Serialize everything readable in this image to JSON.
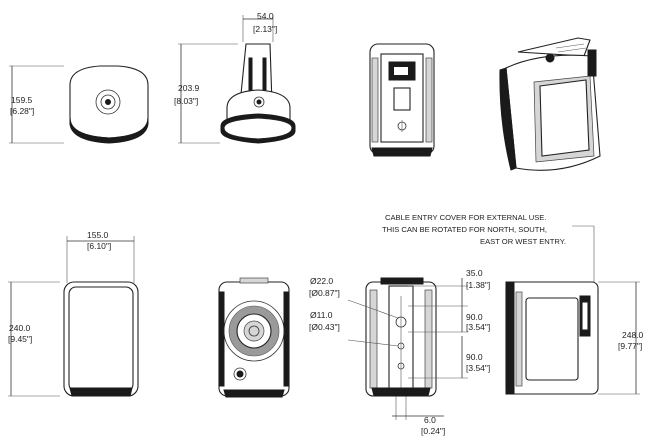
{
  "dimensions": {
    "front_height": {
      "mm": "159.5",
      "inch": "[6.28\"]"
    },
    "bracket_width": {
      "mm": "54.0",
      "inch": "[2.13\"]"
    },
    "side_height": {
      "mm": "203.9",
      "inch": "[8.03\"]"
    },
    "cabinet_width": {
      "mm": "155.0",
      "inch": "[6.10\"]"
    },
    "cabinet_height": {
      "mm": "240.0",
      "inch": "[9.45\"]"
    },
    "hole_large": {
      "mm": "Ø22.0",
      "inch": "[Ø0.87\"]"
    },
    "hole_small": {
      "mm": "Ø11.0",
      "inch": "[Ø0.43\"]"
    },
    "top_offset": {
      "mm": "35.0",
      "inch": "[1.38\"]"
    },
    "spacing_upper": {
      "mm": "90.0",
      "inch": "[3.54\"]"
    },
    "spacing_lower": {
      "mm": "90.0",
      "inch": "[3.54\"]"
    },
    "bottom_offset": {
      "mm": "6.0",
      "inch": "[0.24\"]"
    },
    "overall_height": {
      "mm": "248.0",
      "inch": "[9.77\"]"
    }
  },
  "note": {
    "line1": "CABLE ENTRY COVER FOR EXTERNAL USE.",
    "line2": "THIS CAN BE ROTATED FOR NORTH, SOUTH,",
    "line3": "EAST OR WEST ENTRY."
  },
  "colors": {
    "line": "#333333",
    "fill_dark": "#1a1a1a",
    "paper": "#ffffff"
  }
}
